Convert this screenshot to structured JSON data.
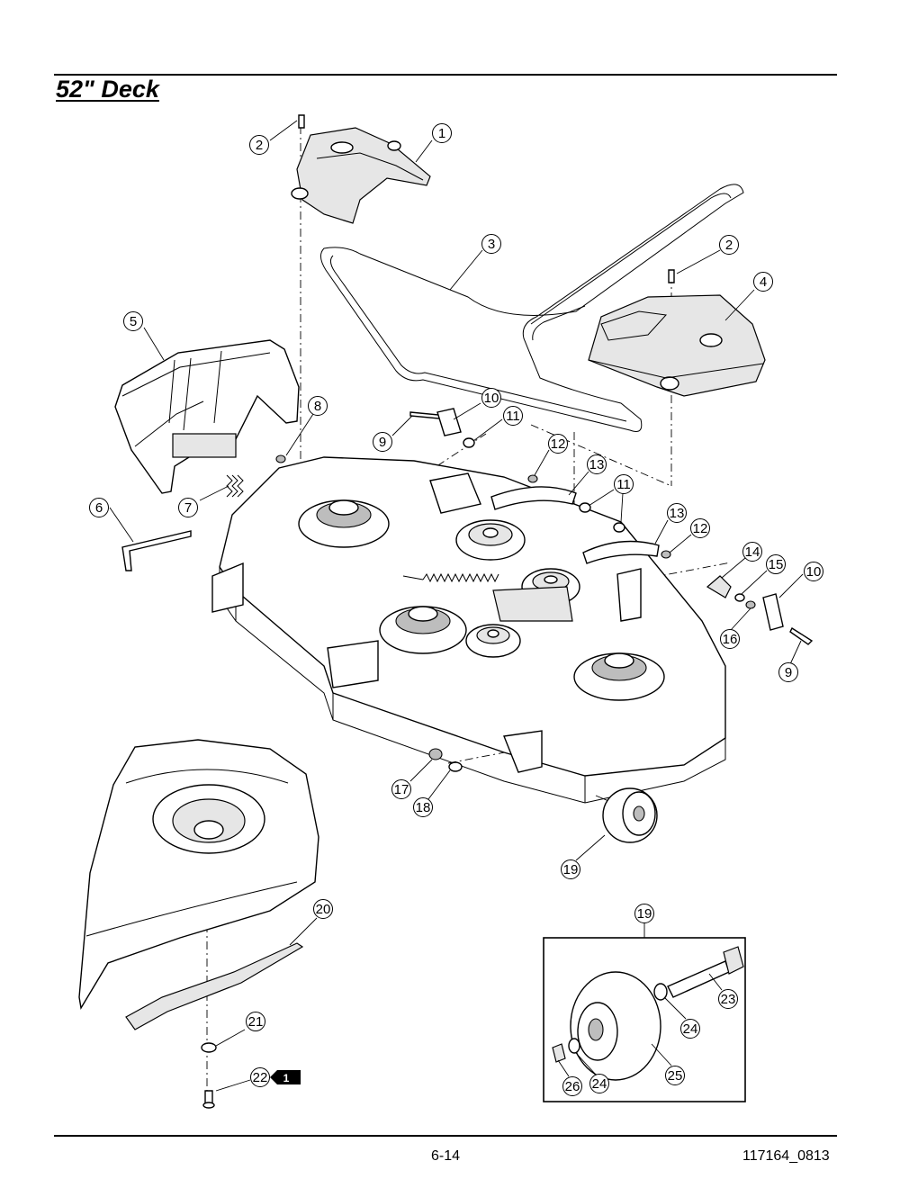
{
  "page": {
    "title": "52\" Deck",
    "page_number": "6-14",
    "document_number": "117164_0813"
  },
  "callouts": [
    {
      "id": "c1",
      "label": "1"
    },
    {
      "id": "c2a",
      "label": "2"
    },
    {
      "id": "c2b",
      "label": "2"
    },
    {
      "id": "c3",
      "label": "3"
    },
    {
      "id": "c4",
      "label": "4"
    },
    {
      "id": "c5",
      "label": "5"
    },
    {
      "id": "c6",
      "label": "6"
    },
    {
      "id": "c7",
      "label": "7"
    },
    {
      "id": "c8",
      "label": "8"
    },
    {
      "id": "c9a",
      "label": "9"
    },
    {
      "id": "c9b",
      "label": "9"
    },
    {
      "id": "c10a",
      "label": "10"
    },
    {
      "id": "c10b",
      "label": "10"
    },
    {
      "id": "c11a",
      "label": "11"
    },
    {
      "id": "c11b",
      "label": "11"
    },
    {
      "id": "c12a",
      "label": "12"
    },
    {
      "id": "c12b",
      "label": "12"
    },
    {
      "id": "c13a",
      "label": "13"
    },
    {
      "id": "c13b",
      "label": "13"
    },
    {
      "id": "c14",
      "label": "14"
    },
    {
      "id": "c15",
      "label": "15"
    },
    {
      "id": "c16",
      "label": "16"
    },
    {
      "id": "c17",
      "label": "17"
    },
    {
      "id": "c18",
      "label": "18"
    },
    {
      "id": "c19a",
      "label": "19"
    },
    {
      "id": "c19b",
      "label": "19"
    },
    {
      "id": "c20",
      "label": "20"
    },
    {
      "id": "c21",
      "label": "21"
    },
    {
      "id": "c22",
      "label": "22"
    },
    {
      "id": "c23",
      "label": "23"
    },
    {
      "id": "c24a",
      "label": "24"
    },
    {
      "id": "c24b",
      "label": "24"
    },
    {
      "id": "c25",
      "label": "25"
    },
    {
      "id": "c26",
      "label": "26"
    }
  ],
  "note_flag": {
    "label": "1"
  }
}
